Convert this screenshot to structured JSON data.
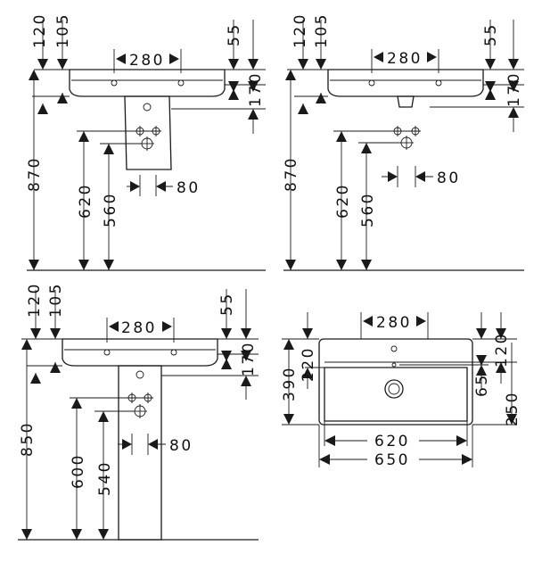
{
  "views": {
    "a": {
      "d120": "120",
      "d105": "105",
      "d280": "280",
      "d55": "55",
      "d170": "170",
      "d870": "870",
      "d620": "620",
      "d560": "560",
      "d80": "80"
    },
    "b": {
      "d120": "120",
      "d105": "105",
      "d280": "280",
      "d55": "55",
      "d170": "170",
      "d870": "870",
      "d620": "620",
      "d560": "560",
      "d80": "80"
    },
    "c": {
      "d120": "120",
      "d105": "105",
      "d280": "280",
      "d55": "55",
      "d170": "170",
      "d850": "850",
      "d600": "600",
      "d540": "540",
      "d80": "80"
    },
    "top": {
      "d280": "280",
      "d390": "390",
      "d220": "220",
      "d120": "120",
      "d65": "65",
      "d250": "250",
      "d620": "620",
      "d650": "650"
    }
  }
}
